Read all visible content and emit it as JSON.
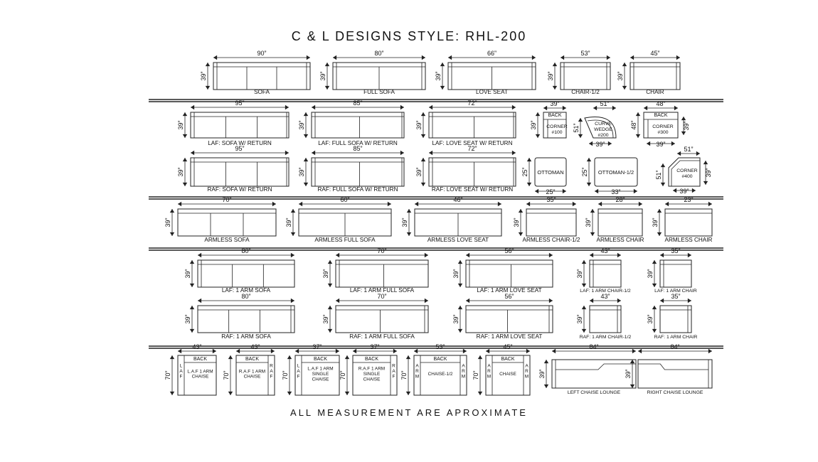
{
  "title": "C & L DESIGNS STYLE: RHL-200",
  "footer": "ALL MEASUREMENT ARE APROXIMATE",
  "rows": [
    {
      "items": [
        {
          "name": "SOFA",
          "w": "90”",
          "d": "39”",
          "kind": "sofa",
          "seats": 3
        },
        {
          "name": "FULL SOFA",
          "w": "80”",
          "d": "39”",
          "kind": "sofa",
          "seats": 2
        },
        {
          "name": "LOVE SEAT",
          "w": "66”",
          "d": "39”",
          "kind": "sofa",
          "seats": 2
        },
        {
          "name": "CHAIR-1/2",
          "w": "53”",
          "d": "39”",
          "kind": "sofa",
          "seats": 1
        },
        {
          "name": "CHAIR",
          "w": "45”",
          "d": "39”",
          "kind": "sofa",
          "seats": 1
        }
      ]
    },
    {
      "items": [
        {
          "name": "LAF: SOFA W/ RETURN",
          "w": "95”",
          "d": "39”",
          "kind": "return",
          "seats": 3
        },
        {
          "name": "LAF: FULL SOFA W/ RETURN",
          "w": "85”",
          "d": "39”",
          "kind": "return",
          "seats": 2
        },
        {
          "name": "LAF: LOVE SEAT W/ RETURN",
          "w": "72”",
          "d": "39”",
          "kind": "return",
          "seats": 2
        },
        {
          "name": "CORNER\n#100",
          "top": "BACK",
          "w": "39”",
          "d": "39”",
          "kind": "corner"
        },
        {
          "name": "CURVE\nWEDGE\n#200",
          "w": "51”",
          "w2": "39”",
          "d": "51”",
          "kind": "wedge"
        },
        {
          "name": "CORNER\n#300",
          "top": "BACK",
          "w": "48”",
          "w2": "39”",
          "d": "48”",
          "d2": "39”",
          "kind": "corner"
        }
      ]
    },
    {
      "items": [
        {
          "name": "RAF: SOFA W/ RETURN",
          "w": "95”",
          "d": "39”",
          "kind": "return",
          "seats": 3
        },
        {
          "name": "RAF: FULL SOFA W/ RETURN",
          "w": "85”",
          "d": "39”",
          "kind": "return",
          "seats": 2
        },
        {
          "name": "RAF: LOVE SEAT W/ RETURN",
          "w": "72”",
          "d": "39”",
          "kind": "return",
          "seats": 2
        },
        {
          "name": "OTTOMAN",
          "w": "25”",
          "d": "25”",
          "kind": "ottoman"
        },
        {
          "name": "OTTOMAN-1/2",
          "w": "33”",
          "d": "25”",
          "kind": "ottoman"
        },
        {
          "name": "CORNER\n#400",
          "w": "51”",
          "w2": "39”",
          "d": "51”",
          "d2": "39”",
          "kind": "corner400"
        }
      ]
    },
    {
      "items": [
        {
          "name": "ARMLESS SOFA",
          "w": "70”",
          "d": "39”",
          "kind": "armless",
          "seats": 3
        },
        {
          "name": "ARMLESS FULL SOFA",
          "w": "60”",
          "d": "39”",
          "kind": "armless",
          "seats": 2
        },
        {
          "name": "ARMLESS LOVE SEAT",
          "w": "46”",
          "d": "39”",
          "kind": "armless",
          "seats": 2
        },
        {
          "name": "ARMLESS CHAIR-1/2",
          "w": "35”",
          "d": "39”",
          "kind": "armless",
          "seats": 1
        },
        {
          "name": "ARMLESS CHAIR",
          "w": "28”",
          "d": "39”",
          "kind": "armless",
          "seats": 1
        },
        {
          "name": "ARMLESS CHAIR",
          "w": "23”",
          "d": "39”",
          "kind": "armless",
          "seats": 1
        }
      ]
    },
    {
      "items": [
        {
          "name": "LAF: 1 ARM SOFA",
          "w": "80”",
          "d": "39”",
          "kind": "laf",
          "seats": 3
        },
        {
          "name": "LAF: 1 ARM FULL SOFA",
          "w": "70”",
          "d": "39”",
          "kind": "laf",
          "seats": 2
        },
        {
          "name": "LAF: 1 ARM LOVE SEAT",
          "w": "56”",
          "d": "39”",
          "kind": "laf",
          "seats": 2
        },
        {
          "name": "LAF: 1 ARM CHAIR-1/2",
          "w": "43”",
          "d": "39”",
          "kind": "laf",
          "seats": 1
        },
        {
          "name": "LAF: 1 ARM CHAIR",
          "w": "35”",
          "d": "39”",
          "kind": "laf",
          "seats": 1
        }
      ]
    },
    {
      "items": [
        {
          "name": "RAF: 1 ARM SOFA",
          "w": "80”",
          "d": "39”",
          "kind": "raf",
          "seats": 3
        },
        {
          "name": "RAF: 1 ARM FULL SOFA",
          "w": "70”",
          "d": "39”",
          "kind": "raf",
          "seats": 2
        },
        {
          "name": "RAF: 1 ARM LOVE SEAT",
          "w": "56”",
          "d": "39”",
          "kind": "raf",
          "seats": 2
        },
        {
          "name": "RAF: 1 ARM CHAIR-1/2",
          "w": "43”",
          "d": "39”",
          "kind": "raf",
          "seats": 1
        },
        {
          "name": "RAF: 1 ARM CHAIR",
          "w": "35”",
          "d": "39”",
          "kind": "raf",
          "seats": 1
        }
      ]
    },
    {
      "items": [
        {
          "name": "L.A.F 1 ARM\nCHAISE",
          "top": "BACK",
          "side": "L\nA\nF",
          "w": "43”",
          "d": "70”",
          "kind": "chaise",
          "arm": "left"
        },
        {
          "name": "R.A.F 1 ARM\nCHAISE",
          "top": "BACK",
          "side": "R\nA\nF",
          "w": "43”",
          "d": "70”",
          "kind": "chaise",
          "arm": "right"
        },
        {
          "name": "L.A.F 1 ARM\nSINGLE\nCHAISE",
          "top": "BACK",
          "side": "L\nA\nF",
          "w": "37”",
          "d": "70”",
          "kind": "chaise",
          "arm": "left"
        },
        {
          "name": "R.A.F 1 ARM\nSINGLE\nCHAISE",
          "top": "BACK",
          "side": "R\nA\nF",
          "w": "37”",
          "d": "70”",
          "kind": "chaise",
          "arm": "right"
        },
        {
          "name": "CHAISE-1/2",
          "top": "BACK",
          "side": "A\nR\nM",
          "w": "53”",
          "d": "70”",
          "kind": "chaise",
          "arm": "both"
        },
        {
          "name": "CHAISE",
          "top": "BACK",
          "side": "A\nR\nM",
          "w": "45”",
          "d": "70”",
          "kind": "chaise",
          "arm": "both"
        },
        {
          "name": "LEFT CHAISE LOUNGE",
          "w": "84”",
          "d": "39”",
          "kind": "lounge",
          "arm": "left"
        },
        {
          "name": "RIGHT CHAISE LOUNGE",
          "w": "84”",
          "d": "39”",
          "kind": "lounge",
          "arm": "right"
        }
      ]
    }
  ]
}
